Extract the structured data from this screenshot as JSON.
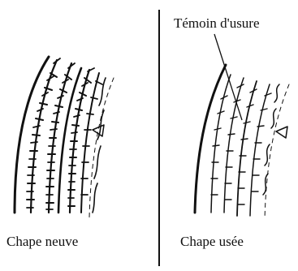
{
  "diagram": {
    "left_panel": {
      "caption": "Chape neuve"
    },
    "right_panel": {
      "caption": "Chape usée",
      "callout": "Témoin d'usure"
    },
    "colors": {
      "ink": "#111111",
      "background": "#ffffff"
    }
  }
}
